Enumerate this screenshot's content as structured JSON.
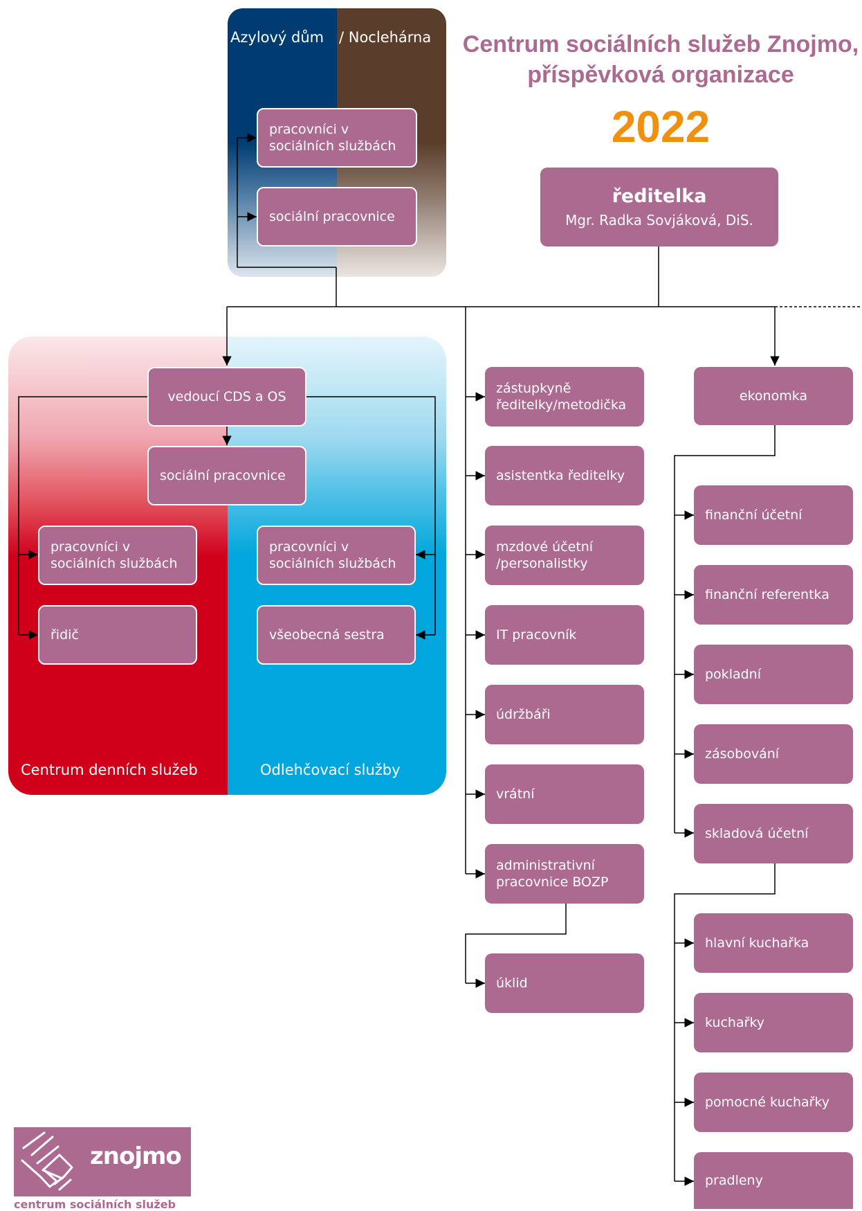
{
  "header": {
    "title_line1": "Centrum sociálních služeb Znojmo,",
    "title_line2": "příspěvková organizace",
    "year": "2022"
  },
  "director": {
    "title": "ředitelka",
    "name": "Mgr. Radka Sovjáková, DiS."
  },
  "azylovy": {
    "label_left": "Azylový dům",
    "label_right": "/ Noclehárna",
    "colors": {
      "left": "#003c71",
      "right": "#5a3e2b"
    },
    "staff": [
      "pracovníci v sociálních službách",
      "sociální pracovnice"
    ]
  },
  "cds_os": {
    "head": "vedoucí CDS a OS",
    "social_worker": "sociální pracovnice",
    "cds_label": "Centrum denních služeb",
    "os_label": "Odlehčovací služby",
    "colors": {
      "cds": "#d0001b",
      "os": "#00a6dd"
    },
    "cds_staff": [
      "pracovníci v sociálních službách",
      "řidič"
    ],
    "os_staff": [
      "pracovníci v sociálních službách",
      "všeobecná sestra"
    ]
  },
  "admin_column": [
    "zástupkyně ředitelky/metodička",
    "asistentka ředitelky",
    "mzdové účetní /personalistky",
    "IT pracovník",
    "údržbáři",
    "vrátní",
    "administrativní pracovnice BOZP"
  ],
  "admin_sub": "úklid",
  "economy": {
    "head": "ekonomka",
    "finance": [
      "finanční účetní",
      "finanční referentka",
      "pokladní",
      "zásobování",
      "skladová účetní"
    ],
    "kitchen": [
      "hlavní kuchařka",
      "kuchařky",
      "pomocné kuchařky",
      "pradleny"
    ]
  },
  "logo": {
    "text": "znojmo",
    "subtext": "centrum sociálních služeb"
  },
  "colors": {
    "box": "#ad6a91",
    "title": "#ad6a91",
    "year": "#f0900f"
  }
}
